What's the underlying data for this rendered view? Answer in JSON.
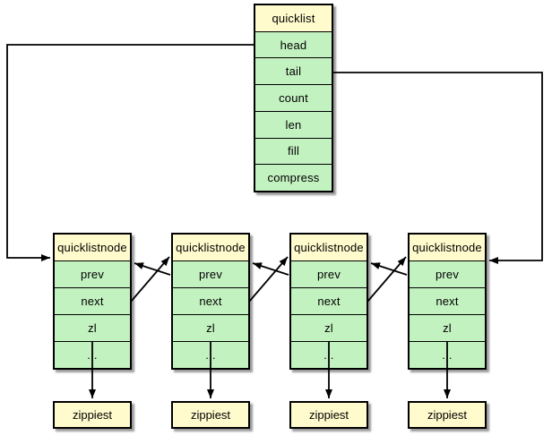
{
  "diagram": {
    "colors": {
      "background": "#ffffff",
      "header_fill": "#fffbcd",
      "field_fill": "#c3f2c1",
      "border": "#000000",
      "arrow": "#000000"
    },
    "quicklist": {
      "title": "quicklist",
      "fields": [
        "head",
        "tail",
        "count",
        "len",
        "fill",
        "compress"
      ]
    },
    "nodes": [
      {
        "title": "quicklistnode",
        "fields": [
          "prev",
          "next",
          "zl",
          "..."
        ]
      },
      {
        "title": "quicklistnode",
        "fields": [
          "prev",
          "next",
          "zl",
          "..."
        ]
      },
      {
        "title": "quicklistnode",
        "fields": [
          "prev",
          "next",
          "zl",
          "..."
        ]
      },
      {
        "title": "quicklistnode",
        "fields": [
          "prev",
          "next",
          "zl",
          "..."
        ]
      }
    ],
    "ziplists": [
      {
        "label": "zippiest"
      },
      {
        "label": "zippiest"
      },
      {
        "label": "zippiest"
      },
      {
        "label": "zippiest"
      }
    ]
  }
}
